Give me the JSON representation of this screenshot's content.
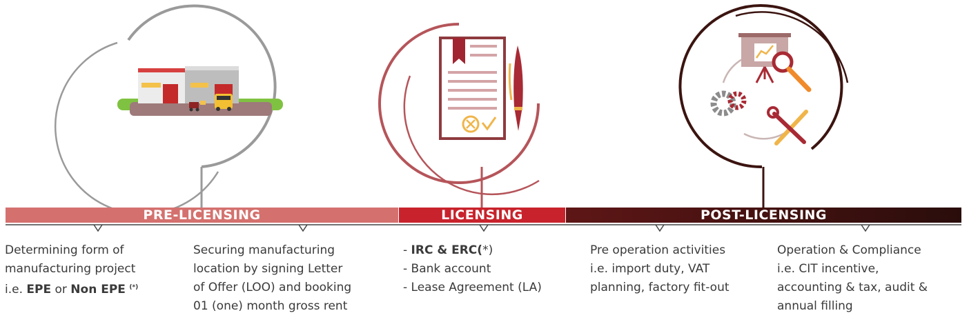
{
  "phases": [
    {
      "label": "PRE-LICENSING",
      "color": "#d4716e"
    },
    {
      "label": "LICENSING",
      "color": "#c8232c"
    },
    {
      "label": "POST-LICENSING",
      "gradient": [
        "#5e1616",
        "#2a0d0b"
      ]
    }
  ],
  "steps": {
    "s1": {
      "line1": "Determining form of",
      "line2": "manufacturing project",
      "line3_pre": "i.e. ",
      "line3_b1": "EPE",
      "line3_mid": " or ",
      "line3_b2": "Non EPE",
      "line3_sup": "(*)"
    },
    "s2": {
      "lines": [
        "Securing manufacturing",
        "location by signing Letter",
        "of Offer (LOO) and booking",
        "01 (one) month gross rent"
      ]
    },
    "s3": {
      "line1_pre": "- ",
      "line1_b": "IRC & ERC(",
      "line1_post": "*)",
      "line2": "- Bank account",
      "line3": "- Lease Agreement (LA)"
    },
    "s4": {
      "lines": [
        "Pre operation activities",
        "i.e. import duty, VAT",
        "planning, factory fit-out"
      ]
    },
    "s5": {
      "lines": [
        "Operation & Compliance",
        "i.e. CIT incentive,",
        "accounting & tax, audit &",
        "annual filling"
      ]
    }
  },
  "icons": [
    "factory-icon",
    "contract-pen-icon",
    "operations-tools-icon"
  ]
}
